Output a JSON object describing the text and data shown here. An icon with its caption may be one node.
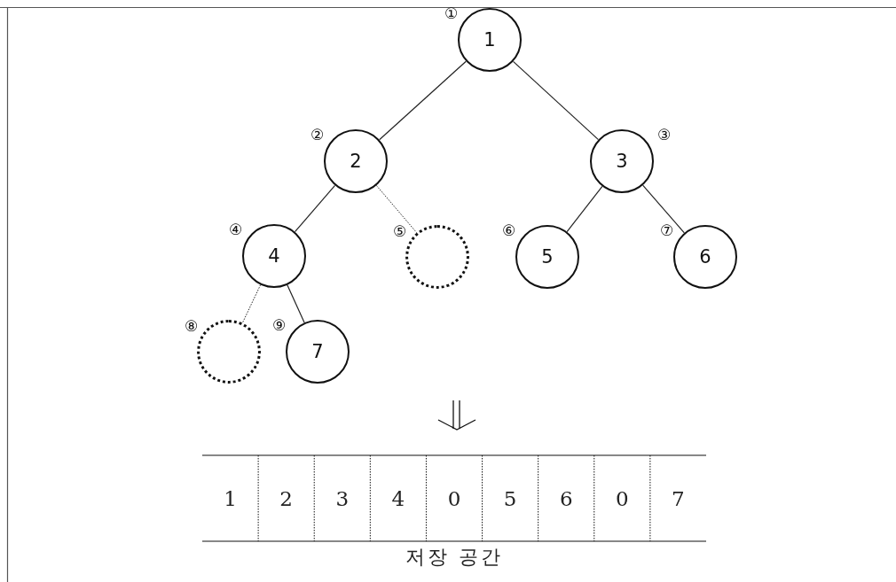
{
  "diagram": {
    "nodes": [
      {
        "text": [
          "1"
        ],
        "beside": [
          "①"
        ]
      },
      {
        "text": [
          "2"
        ],
        "beside": [
          "②"
        ]
      },
      {
        "text": [
          "3"
        ],
        "beside": [
          "③"
        ]
      },
      {
        "text": [
          "4"
        ],
        "beside": [
          "④"
        ]
      },
      {
        "text": [],
        "shape": "circle",
        "beside": [
          "⑤"
        ]
      },
      {
        "text": [
          "5"
        ],
        "beside": [
          "⑥"
        ]
      },
      {
        "text": [
          "6"
        ],
        "beside": [
          "⑦"
        ]
      },
      {
        "text": [],
        "shape": "circle",
        "beside": [
          "⑧"
        ]
      },
      {
        "text": [
          "7"
        ],
        "beside": [
          "⑨"
        ]
      }
    ],
    "edges": [
      {
        "from": 0,
        "to": 1,
        "arrow": "none"
      },
      {
        "from": 0,
        "to": 2,
        "arrow": "none"
      },
      {
        "from": 1,
        "to": 3,
        "arrow": "none"
      },
      {
        "from": 1,
        "to": 4,
        "arrow": "none",
        "style": "dashed"
      },
      {
        "from": 2,
        "to": 5,
        "arrow": "none"
      },
      {
        "from": 2,
        "to": 6,
        "arrow": "none"
      },
      {
        "from": 3,
        "to": 7,
        "arrow": "none",
        "style": "dashed"
      },
      {
        "from": 3,
        "to": 8,
        "arrow": "none"
      }
    ],
    "labels": [
      "1",
      "2",
      "3",
      "4",
      "0",
      "5",
      "6",
      "0",
      "7",
      "저장 공간"
    ]
  }
}
